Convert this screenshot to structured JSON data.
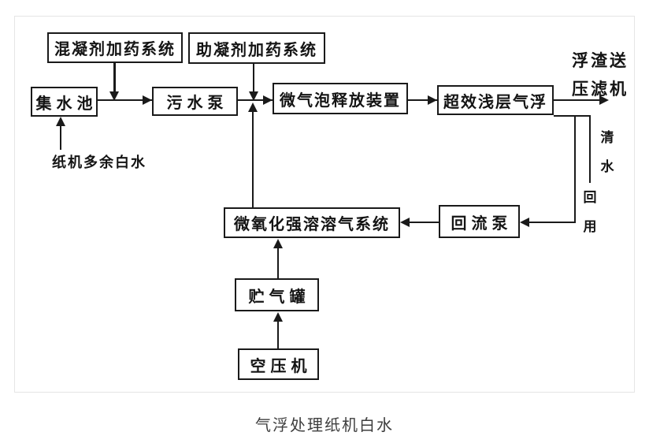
{
  "figure": {
    "caption": "气浮处理纸机白水",
    "nodes": {
      "coagulant_dosing": "混凝剂加药系统",
      "coagulant_aid_dosing": "助凝剂加药系统",
      "collection_tank": "集水池",
      "sewage_pump": "污水泵",
      "microbubble_release": "微气泡释放装置",
      "shallow_daf": "超效浅层气浮",
      "dissolved_air_system": "微氧化强溶溶气系统",
      "return_pump": "回流泵",
      "gas_storage_tank": "贮气罐",
      "air_compressor": "空压机"
    },
    "labels": {
      "scum_line1": "浮渣送",
      "scum_line2": "压滤机",
      "excess_white_water": "纸机多余白水",
      "clear_water": "清水",
      "reuse": "回用"
    },
    "colors": {
      "ink": "#1a1a1a",
      "frame_border": "#e5e5e5",
      "caption_text": "#3e3e3e",
      "background": "#ffffff"
    }
  }
}
